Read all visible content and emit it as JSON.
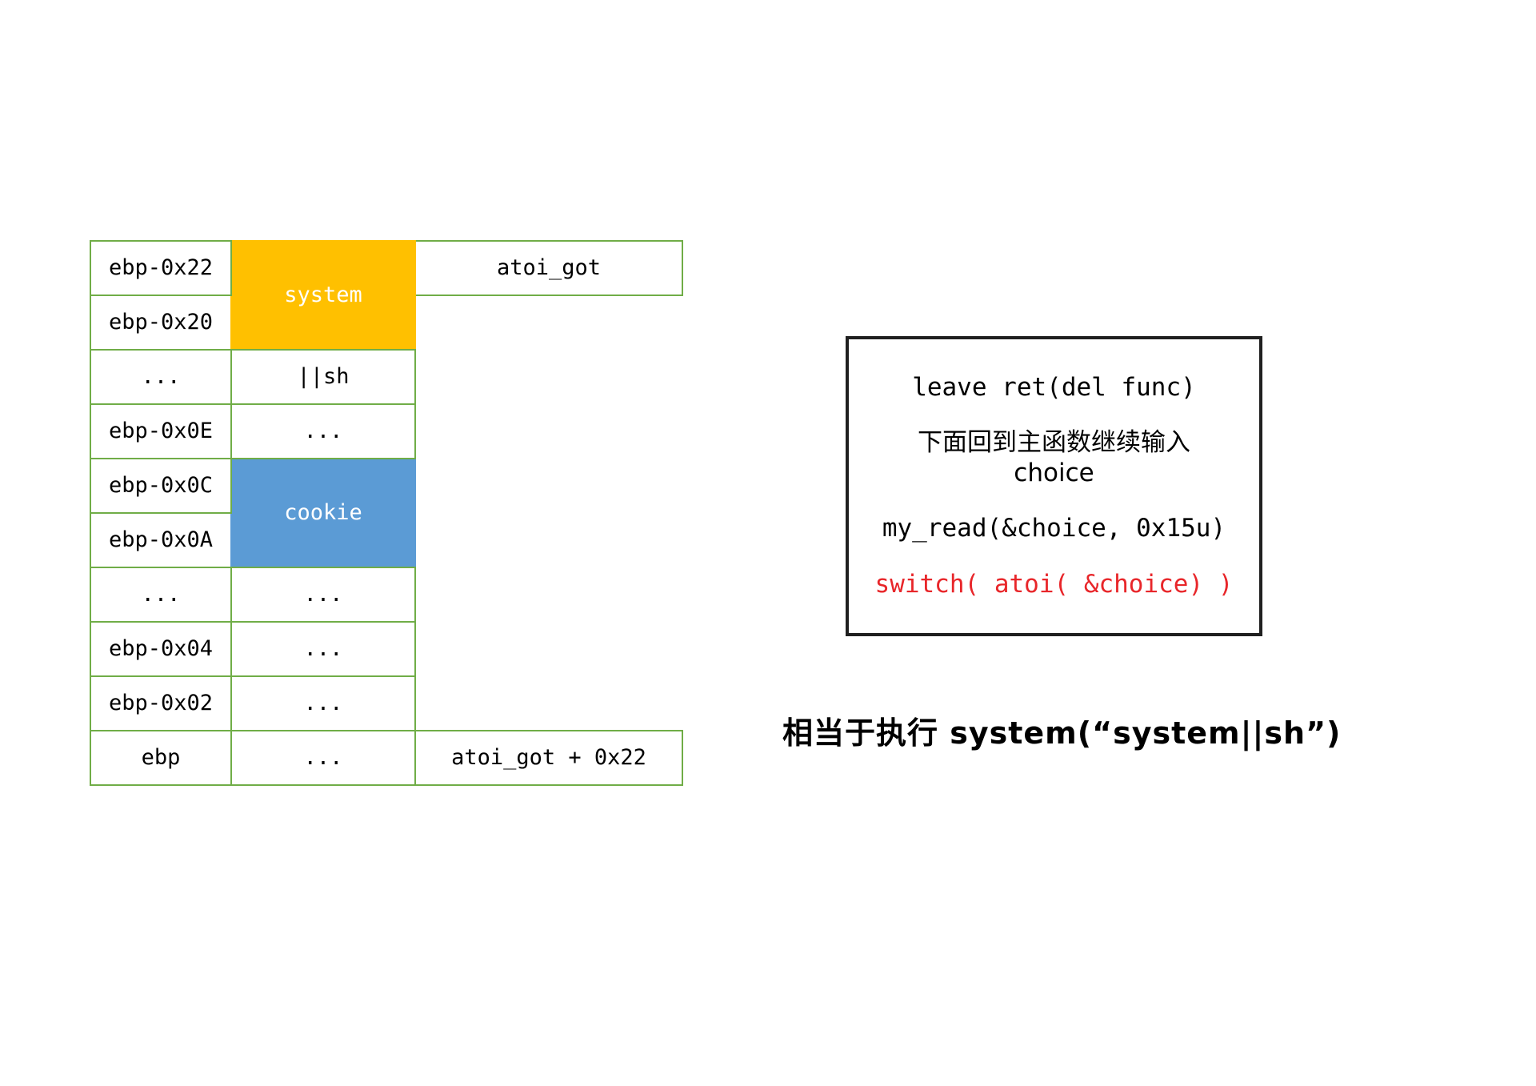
{
  "stack_diagram": {
    "name": "stack-layout-table",
    "columns": [
      "address",
      "value",
      "note"
    ],
    "border_color": "#70AD47",
    "highlight_colors": {
      "system": "#FFC000",
      "cookie": "#5B9BD5"
    },
    "rows": [
      {
        "address": "ebp-0x22",
        "value": "system",
        "note": "atoi_got",
        "value_fill": "orange",
        "value_rowspan": 2,
        "note_present": true
      },
      {
        "address": "ebp-0x20",
        "value": "",
        "note": "",
        "value_fill": "orange",
        "value_rowspan": 0,
        "note_present": false
      },
      {
        "address": "...",
        "value": "||sh",
        "note": "",
        "value_fill": "none",
        "value_rowspan": 1,
        "note_present": false
      },
      {
        "address": "ebp-0x0E",
        "value": "...",
        "note": "",
        "value_fill": "none",
        "value_rowspan": 1,
        "note_present": false
      },
      {
        "address": "ebp-0x0C",
        "value": "cookie",
        "note": "",
        "value_fill": "blue",
        "value_rowspan": 2,
        "note_present": false
      },
      {
        "address": "ebp-0x0A",
        "value": "",
        "note": "",
        "value_fill": "blue",
        "value_rowspan": 0,
        "note_present": false
      },
      {
        "address": "...",
        "value": "...",
        "note": "",
        "value_fill": "none",
        "value_rowspan": 1,
        "note_present": false
      },
      {
        "address": "ebp-0x04",
        "value": "...",
        "note": "",
        "value_fill": "none",
        "value_rowspan": 1,
        "note_present": false
      },
      {
        "address": "ebp-0x02",
        "value": "...",
        "note": "",
        "value_fill": "none",
        "value_rowspan": 1,
        "note_present": false
      },
      {
        "address": "ebp",
        "value": "...",
        "note": "atoi_got + 0x22",
        "value_fill": "none",
        "value_rowspan": 1,
        "note_present": true
      }
    ]
  },
  "code_note_box": {
    "border_color": "#202020",
    "lines": [
      {
        "text": "leave ret(del func)",
        "style": "mono",
        "color": "#000000"
      },
      {
        "text": "下面回到主函数继续输入\nchoice",
        "style": "cjk",
        "color": "#000000"
      },
      {
        "text": "my_read(&choice, 0x15u)",
        "style": "mono",
        "color": "#000000"
      },
      {
        "text": "switch( atoi( &choice) )",
        "style": "red",
        "color": "#E8262A"
      }
    ]
  },
  "conclusion": {
    "text": "相当于执行 system(“system||sh”)"
  }
}
